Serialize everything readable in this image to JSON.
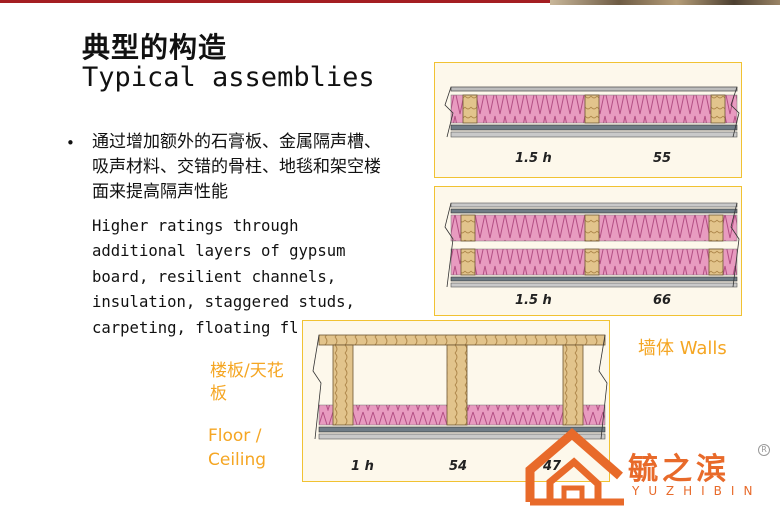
{
  "slide": {
    "title_zh": "典型的构造",
    "title_en": "Typical assemblies",
    "bullet_symbol": "•",
    "bullet_zh": "通过增加额外的石膏板、金属隔声槽、吸声材料、交错的骨柱、地毯和架空楼面来提高隔声性能",
    "bullet_en": "Higher ratings through\nadditional layers of gypsum\nboard, resilient channels,\ninsulation, staggered studs,\ncarpeting, floating fl"
  },
  "assemblies": {
    "wall_1": {
      "fire_rating": "1.5 h",
      "stc": "55"
    },
    "wall_2": {
      "fire_rating": "1.5 h",
      "stc": "66"
    },
    "floor": {
      "fire_rating": "1 h",
      "stc": "54",
      "iic": "47"
    }
  },
  "labels": {
    "walls": "墙体 Walls",
    "floor_zh": "楼板/天花板",
    "floor_en": "Floor / Ceiling"
  },
  "logo": {
    "name": "毓之滨",
    "sub": "YUZHIBIN",
    "reg": "R"
  },
  "colors": {
    "accent_red": "#a41e22",
    "label_orange": "#f5a623",
    "logo_orange": "#e86a2a",
    "insulation_pink": "#e89bc0",
    "stud_wood": "#e2c48c",
    "panel_border": "#f1c232"
  }
}
